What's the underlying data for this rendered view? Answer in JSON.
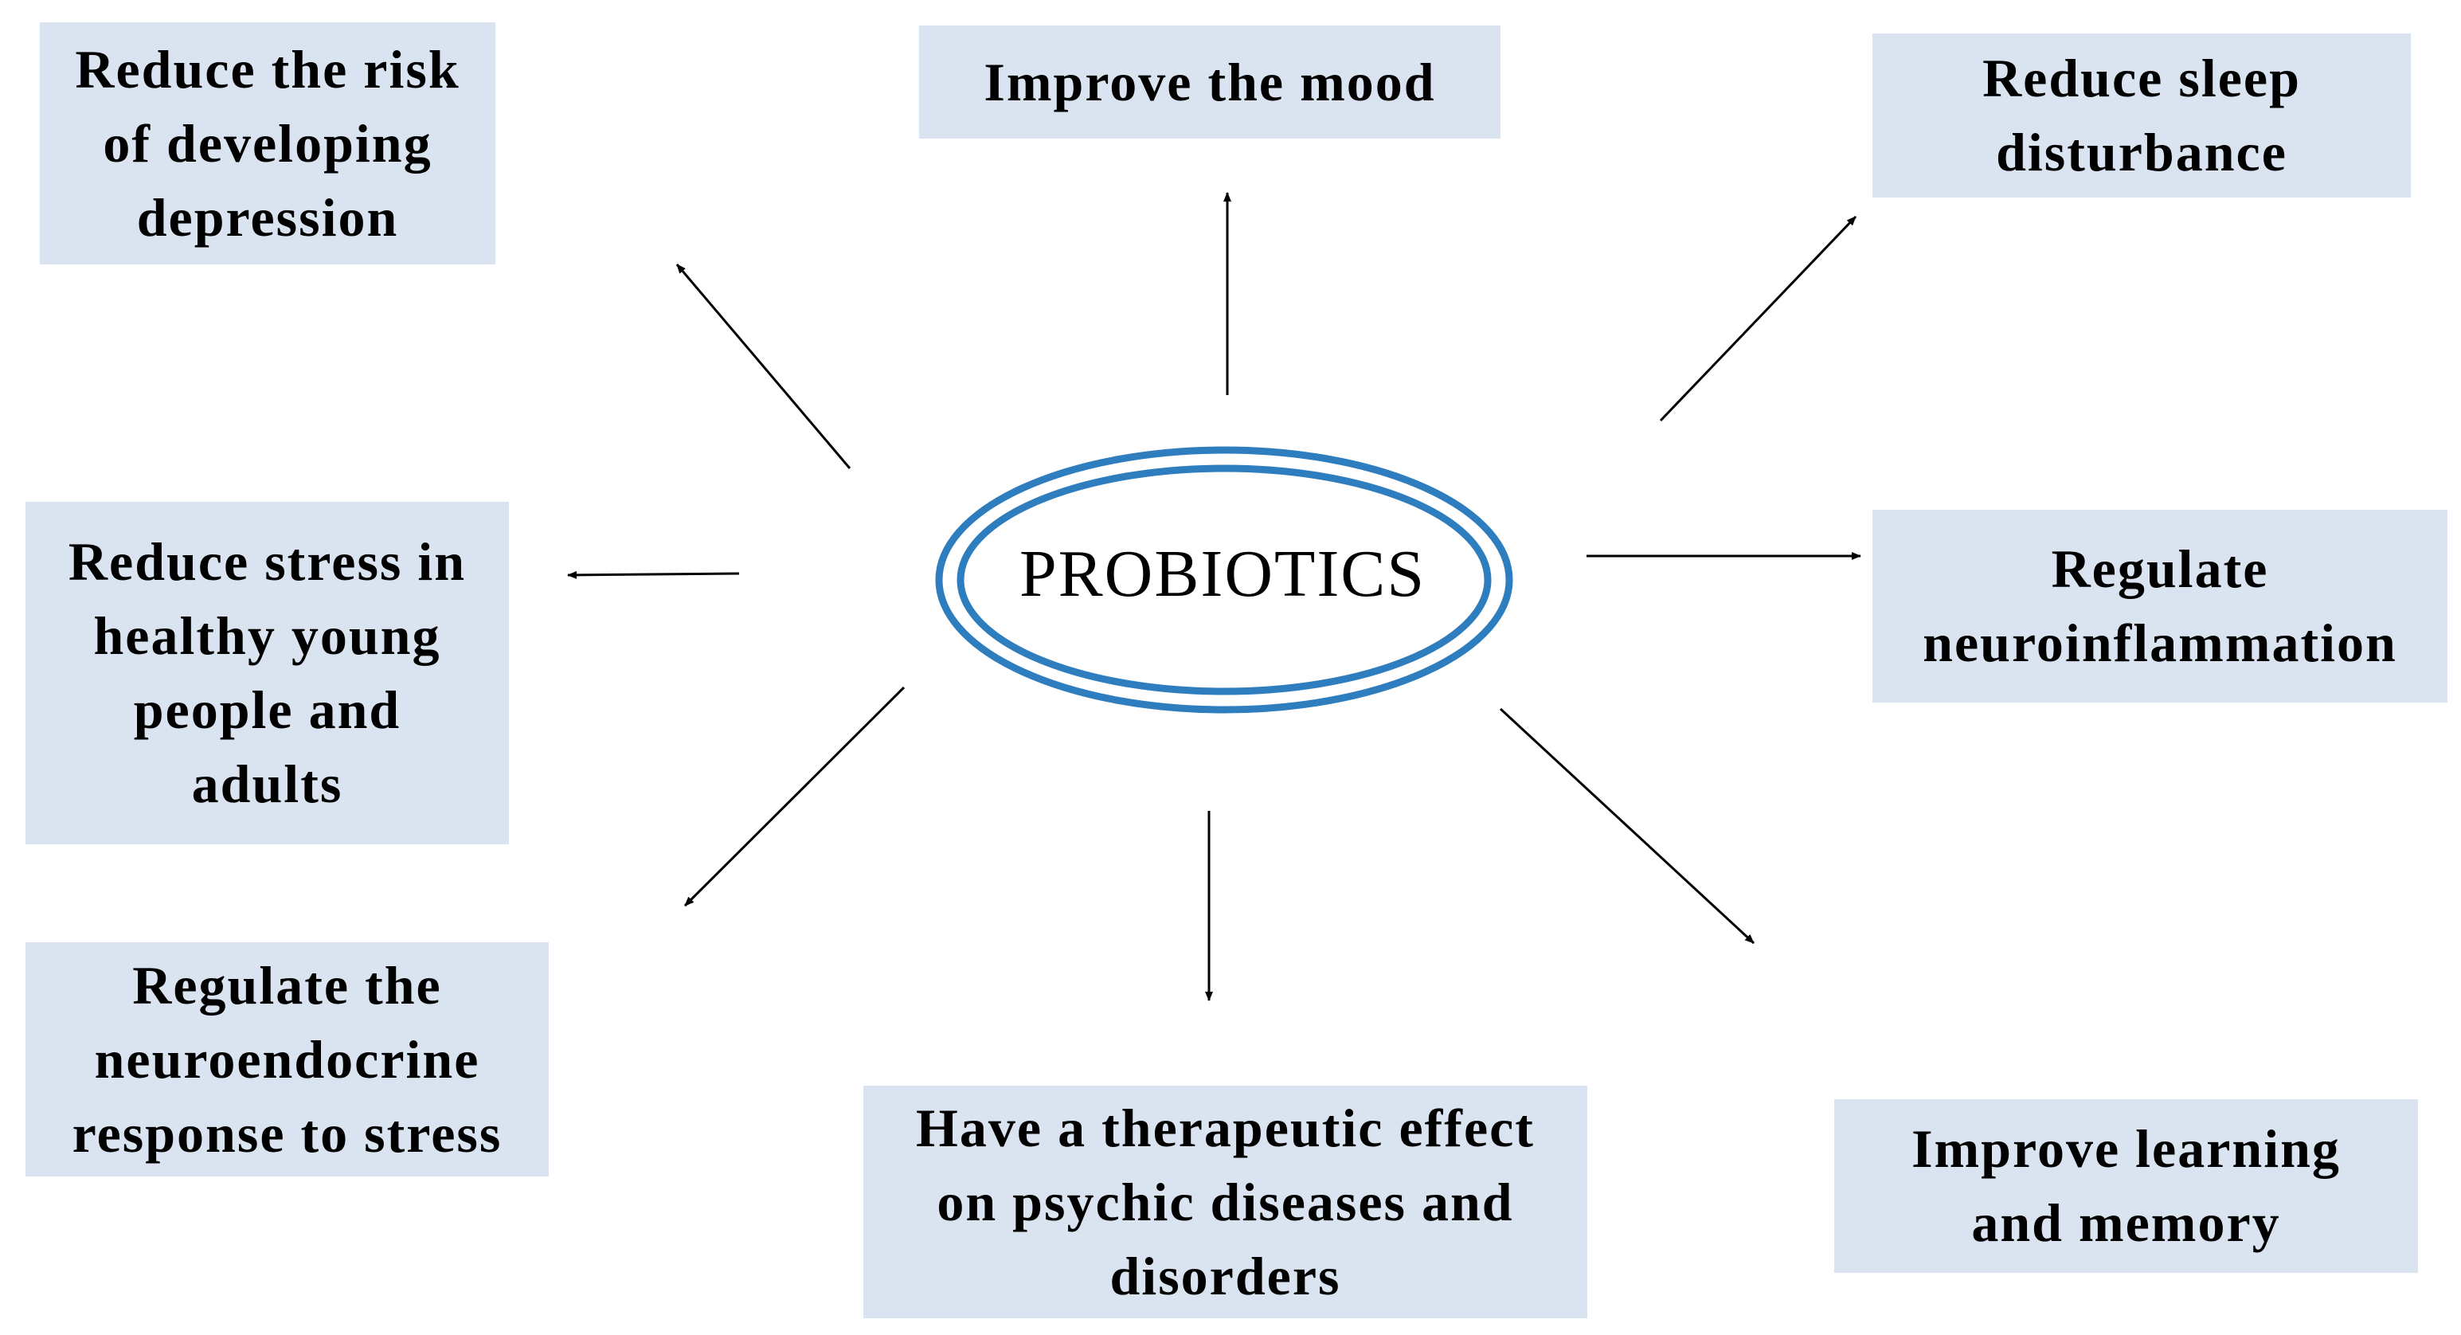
{
  "center": {
    "label": "PROBIOTICS"
  },
  "boxes": {
    "reduce_depression_risk": "Reduce the risk\nof developing\ndepression",
    "improve_mood": "Improve the mood",
    "reduce_sleep_disturbance": "Reduce sleep\ndisturbance",
    "reduce_stress": "Reduce stress in\nhealthy young\npeople and\nadults",
    "regulate_neuroinflammation": "Regulate\nneuroinflammation",
    "regulate_neuroendocrine": "Regulate the\nneuroendocrine\nresponse to stress",
    "therapeutic_effect": "Have a therapeutic effect\non psychic diseases and\ndisorders",
    "improve_learning": "Improve learning\nand memory"
  },
  "colors": {
    "box_fill": "#dae4f0",
    "ellipse_stroke": "#2e7dbf",
    "arrow": "#000000",
    "text": "#000000"
  }
}
